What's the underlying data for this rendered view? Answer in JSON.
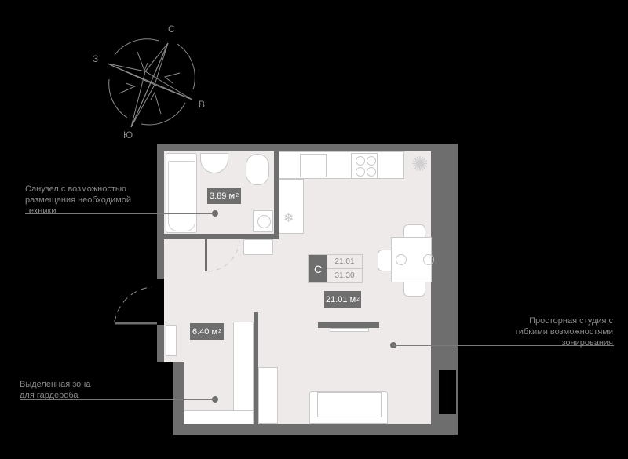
{
  "compass": {
    "north": "С",
    "west": "З",
    "east": "В",
    "south": "Ю"
  },
  "rooms": {
    "bathroom": {
      "area": "3.89",
      "unit": "м",
      "sup": "2"
    },
    "hall": {
      "area": "6.40",
      "unit": "м",
      "sup": "2"
    },
    "studio": {
      "area": "21.01",
      "unit": "м",
      "sup": "2"
    }
  },
  "apartment_badge": {
    "type": "С",
    "living_area": "21.01",
    "total_area": "31.30"
  },
  "annotations": {
    "bathroom": [
      "Санузел с возможностью",
      "размещения необходимой",
      "техники"
    ],
    "studio": [
      "Просторная студия с",
      "гибкими возможностями",
      "зонирования"
    ],
    "wardrobe": [
      "Выделенная зона",
      "для гардероба"
    ]
  },
  "colors": {
    "background": "#000000",
    "wall": "#6e6e6e",
    "floor": "#eeeae9",
    "furniture": "#ffffff",
    "text": "#8a8a8a"
  }
}
